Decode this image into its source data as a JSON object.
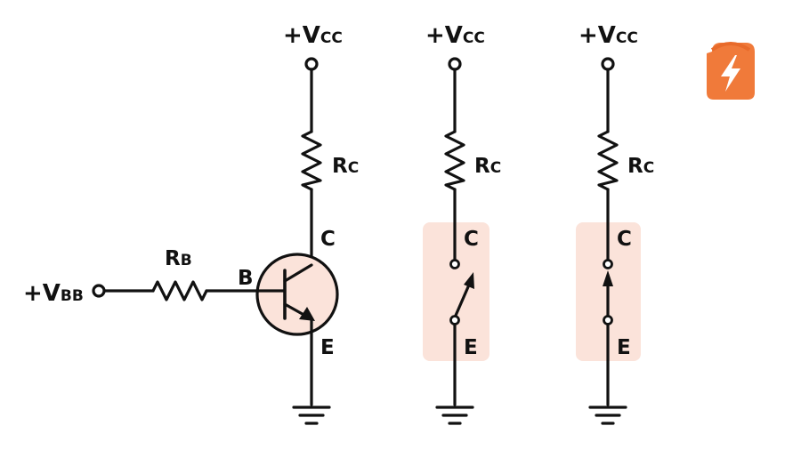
{
  "colors": {
    "wire": "#111111",
    "highlight": "#fbe3da",
    "badge": "#f07a3a",
    "badge_icon": "#ffffff"
  },
  "circuit_transistor": {
    "supply_prefix": "+V",
    "supply_sub": "CC",
    "collector_resistor_main": "R",
    "collector_resistor_sub": "C",
    "base_resistor_main": "R",
    "base_resistor_sub": "B",
    "base_supply_prefix": "+V",
    "base_supply_sub": "BB",
    "base_label": "B",
    "collector_label": "C",
    "emitter_label": "E"
  },
  "circuit_switch_open": {
    "supply_prefix": "+V",
    "supply_sub": "CC",
    "resistor_main": "R",
    "resistor_sub": "C",
    "collector_label": "C",
    "emitter_label": "E"
  },
  "circuit_switch_closed": {
    "supply_prefix": "+V",
    "supply_sub": "CC",
    "resistor_main": "R",
    "resistor_sub": "C",
    "collector_label": "C",
    "emitter_label": "E"
  },
  "badge": {
    "icon": "lightning-bolt-icon"
  }
}
